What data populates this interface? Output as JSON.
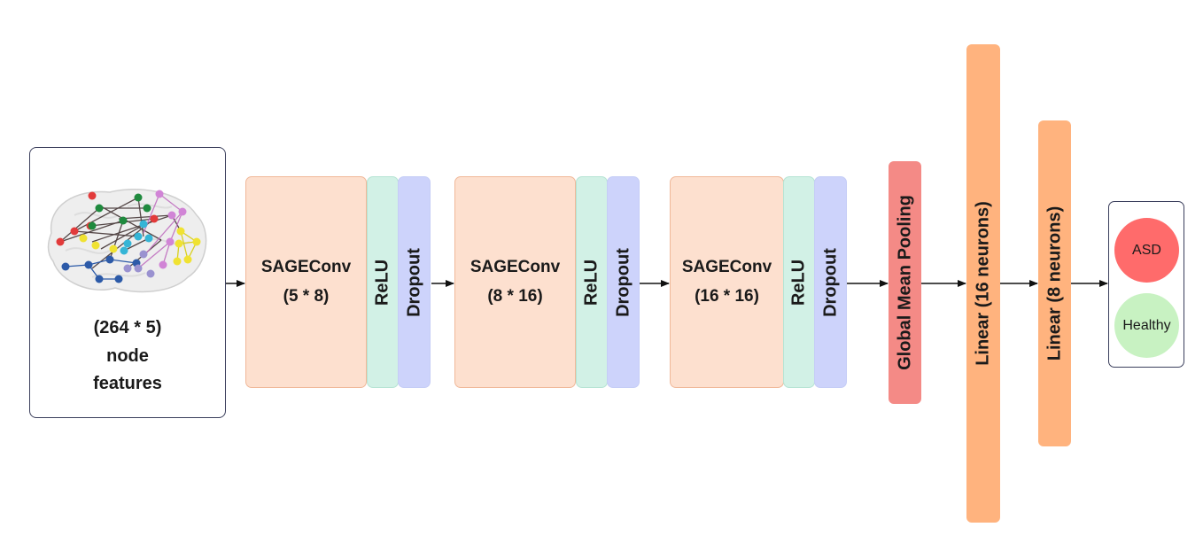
{
  "input": {
    "line1": "(264 * 5)",
    "line2": "node",
    "line3": "features"
  },
  "blocks": [
    {
      "conv_title": "SAGEConv",
      "conv_dims": "(5 * 8)",
      "activation": "ReLU",
      "dropout": "Dropout"
    },
    {
      "conv_title": "SAGEConv",
      "conv_dims": "(8 * 16)",
      "activation": "ReLU",
      "dropout": "Dropout"
    },
    {
      "conv_title": "SAGEConv",
      "conv_dims": "(16 * 16)",
      "activation": "ReLU",
      "dropout": "Dropout"
    }
  ],
  "pooling": {
    "label": "Global Mean Pooling"
  },
  "linear1": {
    "label": "Linear (16 neurons)"
  },
  "linear2": {
    "label": "Linear (8 neurons)"
  },
  "output": {
    "class1": "ASD",
    "class2": "Healthy"
  },
  "colors": {
    "conv": "#fde0cf",
    "relu": "#d2f1e6",
    "dropout": "#cdd3fb",
    "pooling": "#f48a86",
    "linear": "#ffb37e",
    "asd": "#ff6b6b",
    "healthy": "#c8f2c2"
  }
}
